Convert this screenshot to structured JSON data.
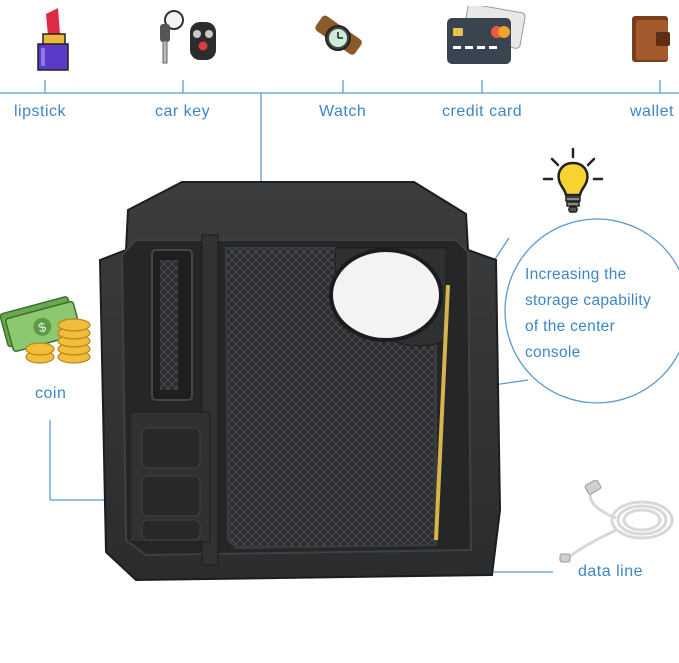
{
  "top_items": [
    {
      "label": "lipstick",
      "icon": "lipstick-icon"
    },
    {
      "label": "car key",
      "icon": "car-key-icon"
    },
    {
      "label": "Watch",
      "icon": "watch-icon"
    },
    {
      "label": "credit card",
      "icon": "credit-card-icon"
    },
    {
      "label": "wallet",
      "icon": "wallet-icon"
    }
  ],
  "callout": {
    "lines": [
      "Increasing the",
      "storage capability",
      "of the center",
      "console"
    ],
    "icon": "lightbulb-icon"
  },
  "coin": {
    "label": "coin",
    "icon": "money-coins-icon"
  },
  "data_line": {
    "label": "data line",
    "icon": "usb-cable-icon"
  },
  "colors": {
    "accent": "#3d86c6",
    "tray": "#2b2d2f",
    "divider": "#d6b64a"
  }
}
